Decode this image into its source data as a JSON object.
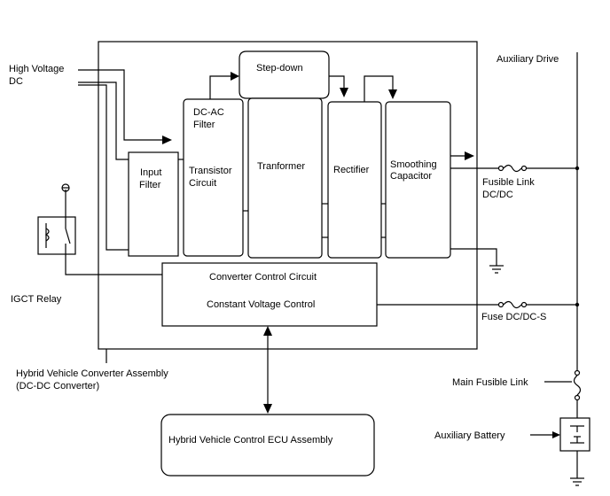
{
  "labels": {
    "high_voltage_line1": "High Voltage",
    "high_voltage_line2": "DC",
    "auxiliary_drive": "Auxiliary Drive",
    "step_down": "Step-down",
    "dc_ac_filter_line1": "DC-AC",
    "dc_ac_filter_line2": "Filter",
    "input_filter_line1": "Input",
    "input_filter_line2": "Filter",
    "transistor_line1": "Transistor",
    "transistor_line2": "Circuit",
    "transformer": "Tranformer",
    "rectifier": "Rectifier",
    "smoothing_line1": "Smoothing",
    "smoothing_line2": "Capacitor",
    "fusible_link_line1": "Fusible Link",
    "fusible_link_line2": "DC/DC",
    "igct_relay": "IGCT Relay",
    "converter_control": "Converter Control Circuit",
    "constant_voltage": "Constant Voltage Control",
    "fuse_dcdc_s": "Fuse DC/DC-S",
    "assembly_line1": "Hybrid Vehicle Converter Assembly",
    "assembly_line2": "(DC-DC Converter)",
    "main_fusible_link": "Main Fusible Link",
    "auxiliary_battery": "Auxiliary Battery",
    "ecu_assembly": "Hybrid Vehicle Control ECU Assembly"
  }
}
